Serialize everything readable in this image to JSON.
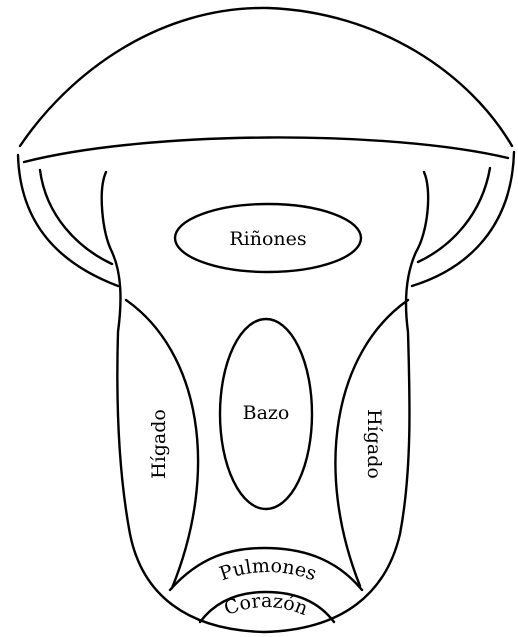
{
  "labels": {
    "kidneys": "Riñones",
    "spleen": "Bazo",
    "liver_left": "Hígado",
    "liver_right": "Hígado",
    "lungs": "Pulmones",
    "heart": "Corazón"
  }
}
